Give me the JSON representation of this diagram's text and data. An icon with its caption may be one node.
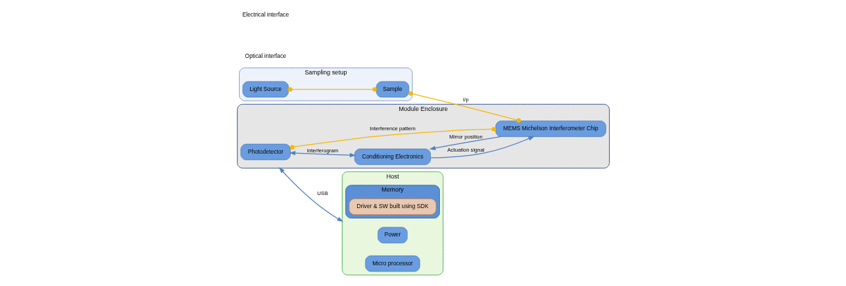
{
  "diagram": {
    "nodes": [
      {
        "text": [
          "Sampling setup"
        ]
      },
      {
        "text": [
          "Light Source"
        ],
        "in": 0
      },
      {
        "text": [
          "Sample"
        ],
        "in": 0
      },
      {
        "text": [
          "Module Enclosure"
        ]
      },
      {
        "text": [
          "Photodetector"
        ],
        "in": 3
      },
      {
        "text": [
          "MEMS Michelson Interferometer Chip"
        ],
        "in": 3
      },
      {
        "text": [
          "Conditioning Electronics"
        ],
        "in": 3
      },
      {
        "text": [
          "Host"
        ]
      },
      {
        "text": [
          "Power"
        ],
        "in": 7
      },
      {
        "text": [
          "Micro processor"
        ],
        "in": 7
      },
      {
        "text": [
          "Memory"
        ],
        "in": 7
      },
      {
        "text": [
          "Driver & SW built using SDK"
        ],
        "in": 10
      }
    ],
    "edges": [
      {
        "from": 1,
        "to": 2,
        "arrow": "other",
        "color": "#f5b800"
      },
      {
        "from": 2,
        "to": 5,
        "arrow": "other",
        "label": "i/p",
        "color": "#f5b800"
      },
      {
        "from": 5,
        "to": 4,
        "arrow": "other",
        "label": "Interference pattern",
        "color": "#f5b800"
      },
      {
        "from": 4,
        "to": 6,
        "arrow": "both",
        "label": "interferogram"
      },
      {
        "from": 6,
        "to": 5,
        "arrow": "to",
        "label": "Actuation signal"
      },
      {
        "from": 5,
        "to": 6,
        "arrow": "to",
        "label": "Mirror position"
      },
      {
        "from": 3,
        "to": 7,
        "arrow": "both",
        "label": "USB"
      }
    ],
    "legend": [
      {
        "text": "Electrical interface"
      },
      {
        "text": "Optical interface"
      }
    ]
  }
}
